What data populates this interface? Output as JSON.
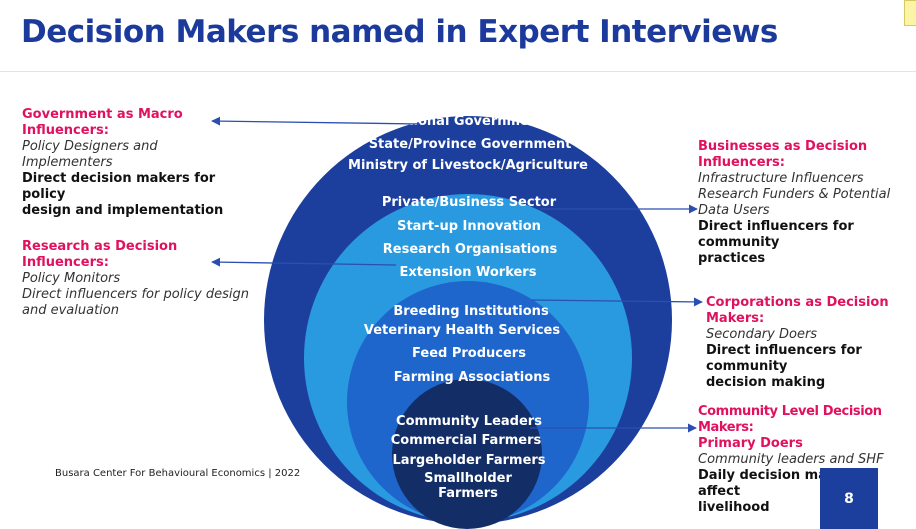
{
  "title": "Decision Makers named in Expert Interviews",
  "rings": {
    "outer": [
      "National Government",
      "State/Province Government",
      "Ministry of Livestock/Agriculture"
    ],
    "second": [
      "Private/Business Sector",
      "Start-up Innovation",
      "Research Organisations",
      "Extension Workers"
    ],
    "third": [
      "Breeding Institutions",
      "Veterinary Health Services",
      "Feed Producers",
      "Farming Associations"
    ],
    "inner": [
      "Community Leaders",
      "Commercial Farmers",
      "Largeholder Farmers",
      "Smallholder",
      "Farmers"
    ]
  },
  "annotations": {
    "government": {
      "head1": "Government as Macro",
      "head2": "Influencers:",
      "sub1": "Policy Designers and",
      "sub2": "Implementers",
      "strong1": "Direct decision makers for policy",
      "strong2": "design and implementation"
    },
    "research": {
      "head1": "Research as Decision",
      "head2": "Influencers:",
      "sub1": "Policy Monitors",
      "sub2": "Direct influencers for policy design",
      "sub3": "and evaluation"
    },
    "businesses": {
      "head1": "Businesses as Decision",
      "head2": "Influencers:",
      "sub1": "Infrastructure Influencers",
      "sub2": "Research Funders & Potential",
      "sub3": "Data Users",
      "strong1": "Direct influencers for community",
      "strong2": "practices"
    },
    "corporations": {
      "head1": "Corporations as Decision",
      "head2": "Makers:",
      "sub1": "Secondary Doers",
      "strong1": "Direct influencers for community",
      "strong2": "decision making"
    },
    "community": {
      "head1": "Community Level Decision Makers:",
      "head2": "Primary Doers",
      "sub1": "Community leaders and SHF",
      "strong1": "Daily decision making to affect",
      "strong2": "livelihood"
    }
  },
  "footer": "Busara Center For Behavioural Economics | 2022",
  "page_number": "8",
  "colors": {
    "title": "#1b3a9c",
    "outer_ring": "#1c3f9e",
    "second_ring": "#2a9ae0",
    "third_ring": "#1e66cc",
    "inner_ring": "#132e66",
    "heading": "#e0115f",
    "arrow": "#2a4fb0"
  }
}
